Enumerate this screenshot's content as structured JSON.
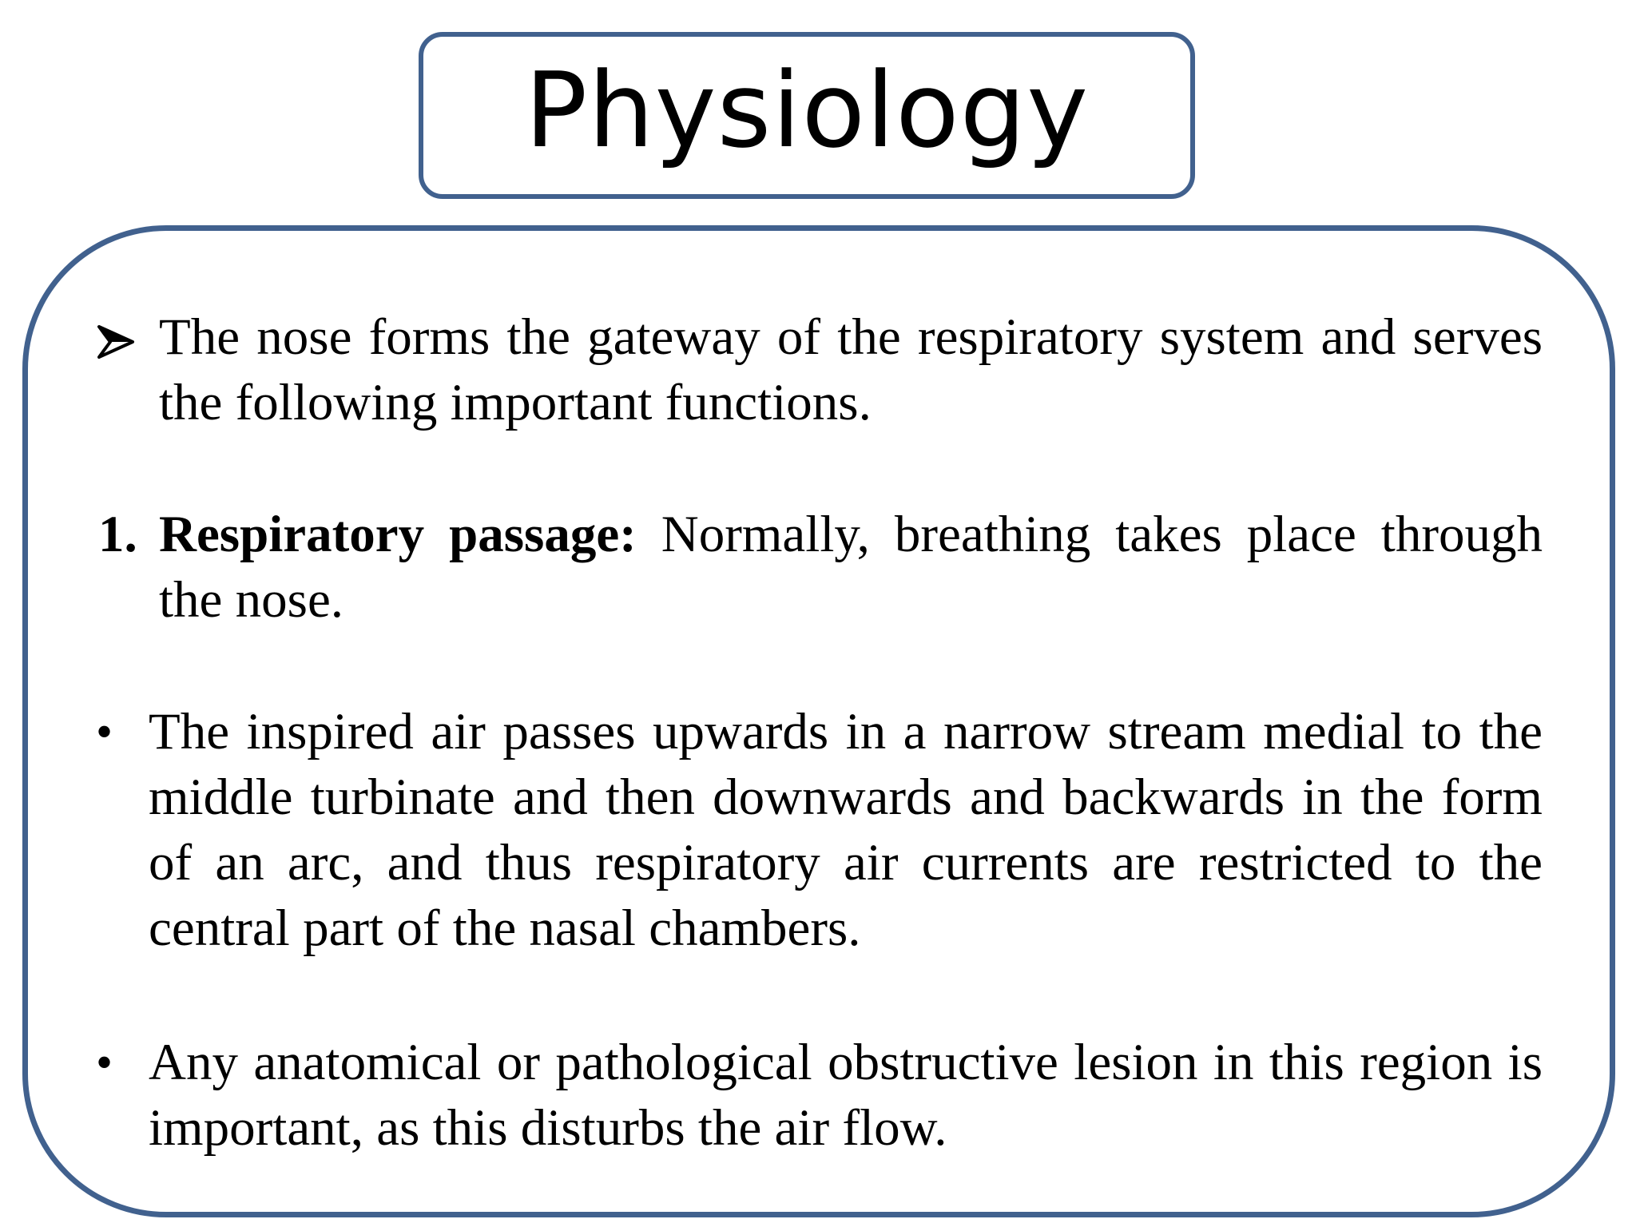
{
  "slide": {
    "title": "Physiology",
    "accent_color": "#41618e",
    "paragraphs": [
      {
        "marker_icon": "arrowhead-bullet-icon",
        "text": "The nose forms the gateway of the respiratory system and serves the following important functions."
      },
      {
        "marker": "1.",
        "bold_text": "Respiratory passage:",
        "text": " Normally, breathing takes place through the nose."
      },
      {
        "marker": "•",
        "text": "The inspired air passes upwards in a narrow stream medial to the middle turbinate and then downwards and backwards in the form of an arc, and thus respiratory air currents are restricted to the central part of the nasal chambers."
      },
      {
        "marker": "•",
        "text": "Any anatomical or pathological obstructive lesion in this region is important, as this disturbs the air flow."
      }
    ]
  }
}
